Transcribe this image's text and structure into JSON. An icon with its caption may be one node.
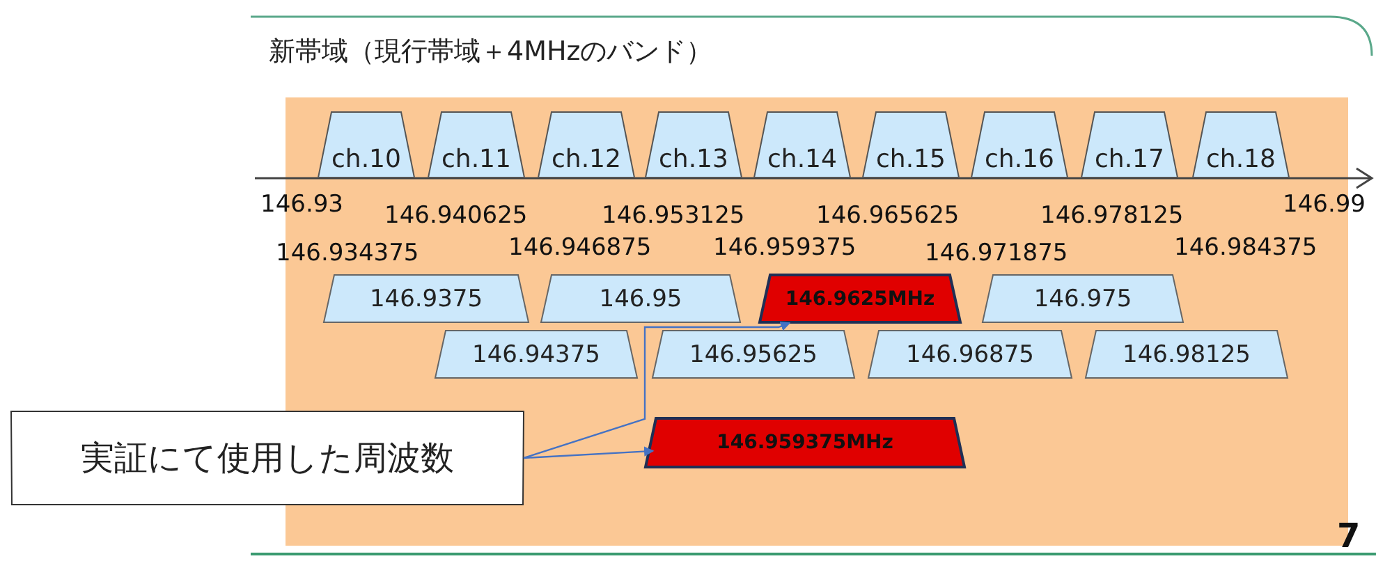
{
  "diagram": {
    "title": "新帯域（現行帯域＋4MHzのバンド）",
    "nodes": [
      {
        "text": [
          "ch.10"
        ]
      },
      {
        "text": [
          "ch.11"
        ]
      },
      {
        "text": [
          "ch.12"
        ]
      },
      {
        "text": [
          "ch.13"
        ]
      },
      {
        "text": [
          "ch.14"
        ]
      },
      {
        "text": [
          "ch.15"
        ]
      },
      {
        "text": [
          "ch.16"
        ]
      },
      {
        "text": [
          "ch.17"
        ]
      },
      {
        "text": [
          "ch.18"
        ]
      },
      {
        "text": [
          "146.9375"
        ]
      },
      {
        "text": [
          "146.95"
        ]
      },
      {
        "text": [
          "146.9625MHz"
        ]
      },
      {
        "text": [
          "146.975"
        ]
      },
      {
        "text": [
          "146.94375"
        ]
      },
      {
        "text": [
          "146.95625"
        ]
      },
      {
        "text": [
          "146.96875"
        ]
      },
      {
        "text": [
          "146.98125"
        ]
      },
      {
        "text": [
          "146.959375MHz"
        ]
      },
      {
        "text": [
          "実証にて使用した周波数"
        ]
      }
    ],
    "edges": [
      {
        "from": 18,
        "to": 11,
        "arrow": "to"
      },
      {
        "from": 18,
        "to": 17,
        "arrow": "to"
      }
    ],
    "labels": [
      "146.93",
      "146.940625",
      "146.953125",
      "146.965625",
      "146.978125",
      "146.99",
      "146.934375",
      "146.946875",
      "146.959375",
      "146.971875",
      "146.984375",
      "7"
    ]
  }
}
